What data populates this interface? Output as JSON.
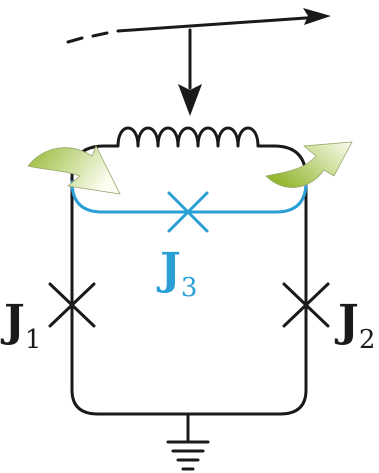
{
  "labels": {
    "j1": {
      "main": "J",
      "sub": "1"
    },
    "j2": {
      "main": "J",
      "sub": "2"
    },
    "j3": {
      "main": "J",
      "sub": "3"
    }
  },
  "colors": {
    "wire": "#1a1a1a",
    "blue_loop": "#2a9fd6",
    "arrow_green_dark": "#9dbb3a",
    "arrow_green_light": "#f2f6d8"
  }
}
